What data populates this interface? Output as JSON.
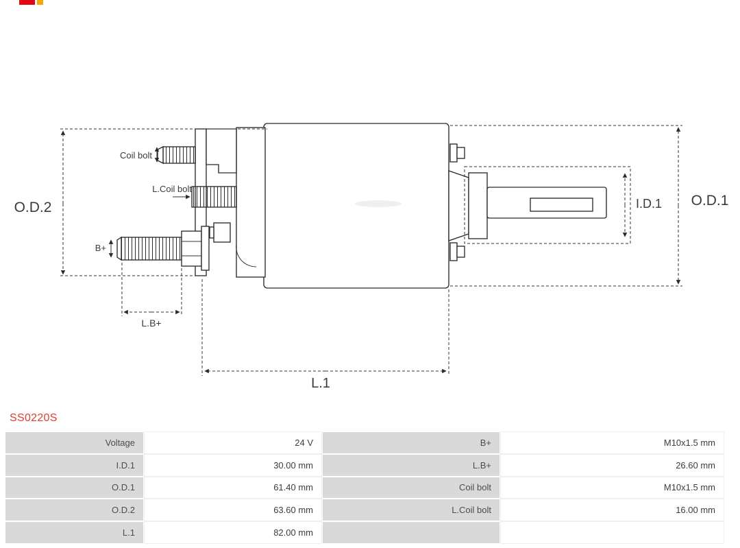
{
  "colors": {
    "brand_red": "#e30613",
    "brand_yellow": "#f5a800",
    "product_code_red": "#e03e32",
    "table_label_bg": "#d9d9d9",
    "line": "#2a2a2a"
  },
  "product": {
    "code": "SS0220S"
  },
  "diagram": {
    "labels": {
      "od2": "O.D.2",
      "od1": "O.D.1",
      "id1": "I.D.1",
      "coil_bolt": "Coil bolt",
      "l_coil_bolt": "L.Coil bolt",
      "b_plus": "B+",
      "l_b_plus": "L.B+",
      "l1": "L.1"
    }
  },
  "table": {
    "rows": [
      [
        "Voltage",
        "24 V",
        "B+",
        "M10x1.5 mm"
      ],
      [
        "I.D.1",
        "30.00 mm",
        "L.B+",
        "26.60 mm"
      ],
      [
        "O.D.1",
        "61.40 mm",
        "Coil bolt",
        "M10x1.5 mm"
      ],
      [
        "O.D.2",
        "63.60 mm",
        "L.Coil bolt",
        "16.00 mm"
      ],
      [
        "L.1",
        "82.00 mm",
        "",
        ""
      ]
    ]
  }
}
